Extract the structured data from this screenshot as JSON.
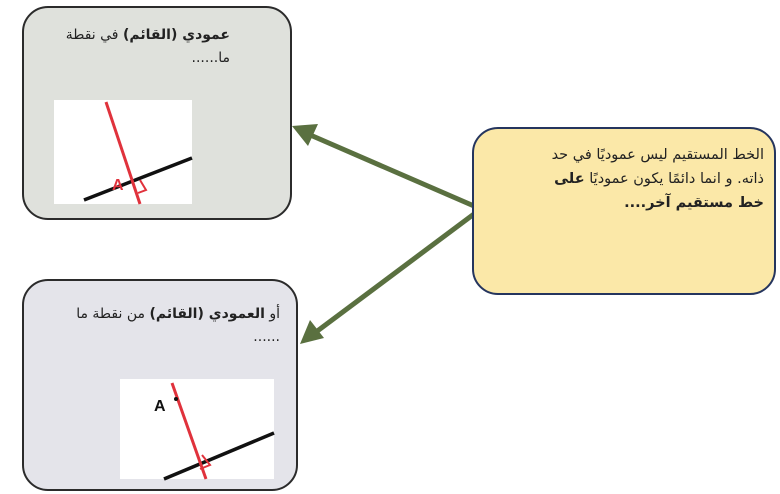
{
  "boxes": {
    "top": {
      "line1_bold": "عمودي (القائم)",
      "line1_rest": "في نقطة",
      "line2": "ما......",
      "point_label": "A"
    },
    "bottom": {
      "prefix": "أو",
      "bold": "العمودي (القائم)",
      "rest": "من نقطة ما",
      "line2": "......",
      "point_label": "A"
    },
    "right": {
      "line1": "الخط المستقيم ليس عموديًا في حد",
      "line2_rest": "ذاته. و انما دائمًا يكون عموديًا",
      "line2_bold": "على",
      "line3": "خط مستقيم آخر...."
    }
  },
  "colors": {
    "arrow": "#5a7040",
    "perpendicular_line": "#e0323c",
    "base_line": "#111111",
    "right_box_fill": "#fbe8a8",
    "top_box_fill": "#dfe1dc",
    "bottom_box_fill": "#e4e4ea"
  }
}
